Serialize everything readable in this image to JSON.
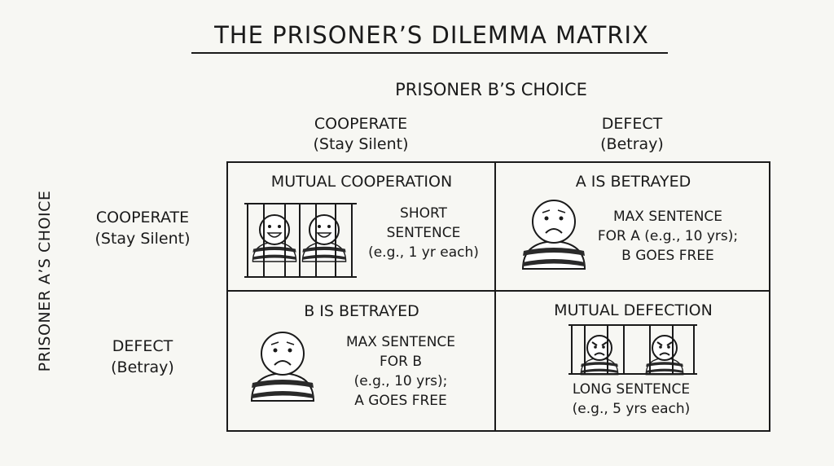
{
  "title": "THE PRISONER’S DILEMMA MATRIX",
  "column_header": "PRISONER B’S CHOICE",
  "row_header": "PRISONER A’S CHOICE",
  "columns": [
    {
      "label": "COOPERATE",
      "sub": "(Stay Silent)"
    },
    {
      "label": "DEFECT",
      "sub": "(Betray)"
    }
  ],
  "rows": [
    {
      "label": "COOPERATE",
      "sub": "(Stay Silent)"
    },
    {
      "label": "DEFECT",
      "sub": "(Betray)"
    }
  ],
  "cells": {
    "cc": {
      "title": "MUTUAL COOPERATION",
      "lines": [
        "SHORT",
        "SENTENCE",
        "(e.g., 1 yr each)"
      ]
    },
    "cd": {
      "title": "A IS BETRAYED",
      "lines": [
        "MAX SENTENCE",
        "FOR A (e.g., 10 yrs);",
        "B GOES FREE"
      ]
    },
    "dc": {
      "title": "B IS BETRAYED",
      "lines": [
        "MAX SENTENCE",
        "FOR B",
        "(e.g., 10 yrs);",
        "A GOES FREE"
      ]
    },
    "dd": {
      "title": "MUTUAL DEFECTION",
      "lines": [
        "LONG SENTENCE",
        "(e.g., 5 yrs each)"
      ]
    }
  }
}
